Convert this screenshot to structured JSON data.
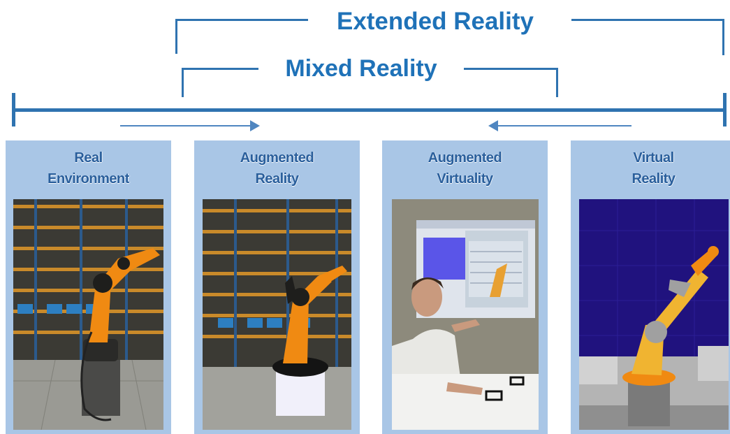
{
  "diagram": {
    "extended_label": "Extended Reality",
    "mixed_label": "Mixed Reality",
    "panels": [
      {
        "title_line1": "Real",
        "title_line2": "Environment"
      },
      {
        "title_line1": "Augmented",
        "title_line2": "Reality"
      },
      {
        "title_line1": "Augmented",
        "title_line2": "Virtuality"
      },
      {
        "title_line1": "Virtual",
        "title_line2": "Reality"
      }
    ],
    "colors": {
      "label_blue": "#1f72b8",
      "line_blue": "#2f73b0",
      "panel_blue": "#a9c6e6",
      "robot_orange": "#f08a12"
    }
  }
}
